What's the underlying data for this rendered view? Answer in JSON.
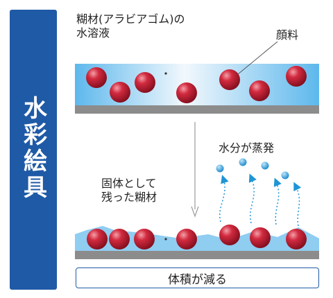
{
  "side_title": "水彩絵具",
  "labels": {
    "binder_line1": "糊材(アラビアゴム)の",
    "binder_line2": "水溶液",
    "pigment": "顔料",
    "evaporation": "水分が蒸発",
    "residue_line1": "固体として",
    "residue_line2": "残った糊材",
    "result": "体積が減る"
  },
  "colors": {
    "side_band": "#1f5aa6",
    "particle": "#c3172f",
    "water_light": "#e8f3fb",
    "water": "#7cc4ee",
    "substrate": "#8c8c8c",
    "vapor": "#1f95d6"
  }
}
